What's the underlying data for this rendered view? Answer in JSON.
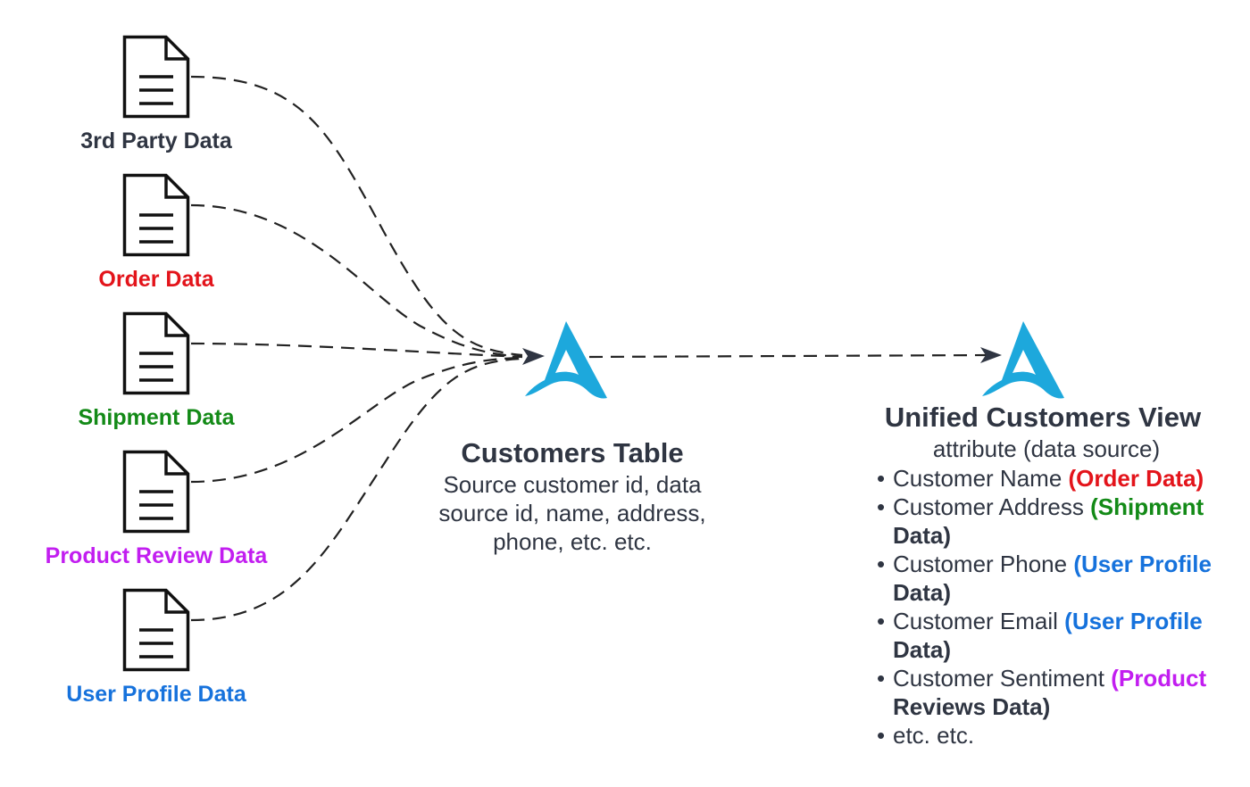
{
  "colors": {
    "text_dark": "#2f3542",
    "red": "#e3141b",
    "green": "#138a17",
    "purple": "#c21ef0",
    "blue": "#1672dc",
    "logo": "#1da8dc",
    "connector": "#222222"
  },
  "icons": {
    "source": "document-icon",
    "node": "logo-icon"
  },
  "sources": [
    {
      "label": "3rd Party Data",
      "color": "#2f3542"
    },
    {
      "label": "Order Data",
      "color": "#e3141b"
    },
    {
      "label": "Shipment Data",
      "color": "#138a17"
    },
    {
      "label": "Product Review Data",
      "color": "#c21ef0"
    },
    {
      "label": "User Profile Data",
      "color": "#1672dc"
    }
  ],
  "customers_table": {
    "title": "Customers Table",
    "desc_lines": [
      "Source customer id, data",
      "source id, name, address,",
      "phone, etc. etc."
    ]
  },
  "unified_view": {
    "title": "Unified Customers View",
    "subtitle": "attribute (data source)",
    "bullet": "•",
    "items": [
      {
        "attr": "Customer Name",
        "source_lines": [
          "(Order Data)"
        ],
        "color": "#e3141b"
      },
      {
        "attr": "Customer Address",
        "source_lines": [
          "(Shipment",
          "Data)"
        ],
        "color": "#138a17"
      },
      {
        "attr": "Customer Phone",
        "source_lines": [
          "(User Profile",
          "Data)"
        ],
        "color": "#1672dc"
      },
      {
        "attr": "Customer Email",
        "source_lines": [
          "(User Profile",
          "Data)"
        ],
        "color": "#1672dc"
      },
      {
        "attr": "Customer Sentiment",
        "source_lines": [
          "(Product",
          "Reviews Data)"
        ],
        "color": "#c21ef0"
      },
      {
        "attr": "etc. etc.",
        "source_lines": [],
        "color": "#2f3542"
      }
    ]
  }
}
